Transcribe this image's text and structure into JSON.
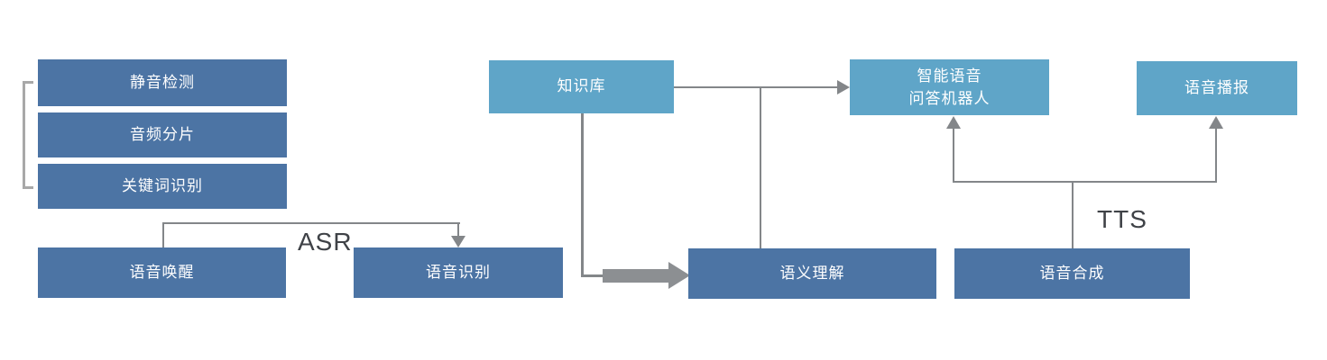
{
  "diagram_title": "intelligent-voice-qa-pipeline",
  "colors": {
    "node_dark_blue": "#4C74A4",
    "node_light_blue": "#5FA5C8",
    "connector_gray": "#838689",
    "thick_arrow_gray": "#8C8F92",
    "bracket_gray": "#A8A8A8",
    "edge_label_text": "#3F4247",
    "node_text": "#FFFFFF"
  },
  "nodes": {
    "silence_detection": "静音检测",
    "audio_slicing": "音频分片",
    "keyword_recognition": "关键词识别",
    "voice_wakeup": "语音唤醒",
    "speech_recognition": "语音识别",
    "knowledge_base": "知识库",
    "semantic_understanding": "语义理解",
    "speech_synthesis": "语音合成",
    "qa_robot_line1": "智能语音",
    "qa_robot_line2": "问答机器人",
    "voice_broadcast": "语音播报"
  },
  "edge_labels": {
    "asr": "ASR",
    "tts": "TTS"
  }
}
